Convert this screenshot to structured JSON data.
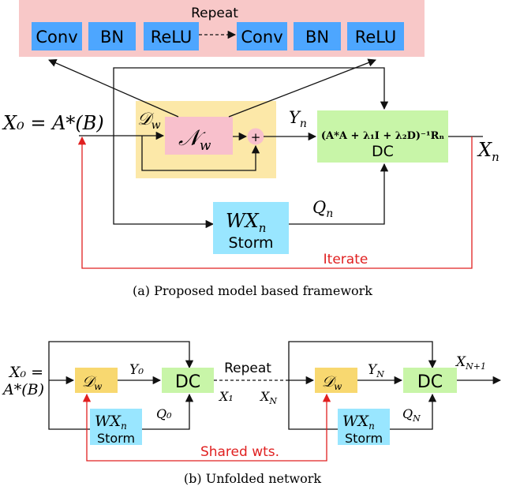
{
  "top": {
    "repeat_label": "Repeat",
    "layers_a": [
      "Conv",
      "BN",
      "ReLU"
    ],
    "layers_b": [
      "Conv",
      "BN",
      "ReLU"
    ],
    "x0_label": "X₀ = A*(B)",
    "dw_label": "𝒟",
    "dw_sub": "w",
    "nw_label": "𝒩",
    "nw_sub": "w",
    "plus": "+",
    "yn_label": "Y",
    "yn_sub": "n",
    "dc_formula": "(A*A + λ₁I + λ₂D)⁻¹Rₙ",
    "dc_label": "DC",
    "xn_label": "X",
    "xn_sub": "n",
    "qn_label": "Q",
    "qn_sub": "n",
    "wx_label": "WX",
    "wx_sub": "n",
    "storm_label": "Storm",
    "iterate_label": "Iterate",
    "caption": "(a)  Proposed model based framework"
  },
  "bottom": {
    "x0_line1": "X₀ =",
    "x0_line2": "A*(B)",
    "dw_label": "𝒟",
    "dw_sub": "w",
    "y0_label": "Y₀",
    "dc_label": "DC",
    "repeat_label": "Repeat",
    "x1_label": "X₁",
    "xN_label": "X",
    "xN_sub": "N",
    "q0_label": "Q₀",
    "wx_label": "WX",
    "wx_sub": "n",
    "storm_label": "Storm",
    "dw2_label": "𝒟",
    "dw2_sub": "w",
    "yN_label": "Y",
    "yN_sub": "N",
    "dc2_label": "DC",
    "xN1_label": "X",
    "xN1_sub": "N+1",
    "qN_label": "Q",
    "qN_sub": "N",
    "wx2_label": "WX",
    "wx2_sub": "n",
    "storm2_label": "Storm",
    "shared_label": "Shared wts.",
    "caption": "(b)  Unfolded network"
  },
  "colors": {
    "pink_bg": "#f8c8c8",
    "blue_box": "#4da6ff",
    "yellow": "#fce8a8",
    "yellow_box": "#f8d870",
    "pink_box": "#f8c0cc",
    "green": "#c8f5a8",
    "cyan": "#99e6ff",
    "red": "#e02020"
  }
}
